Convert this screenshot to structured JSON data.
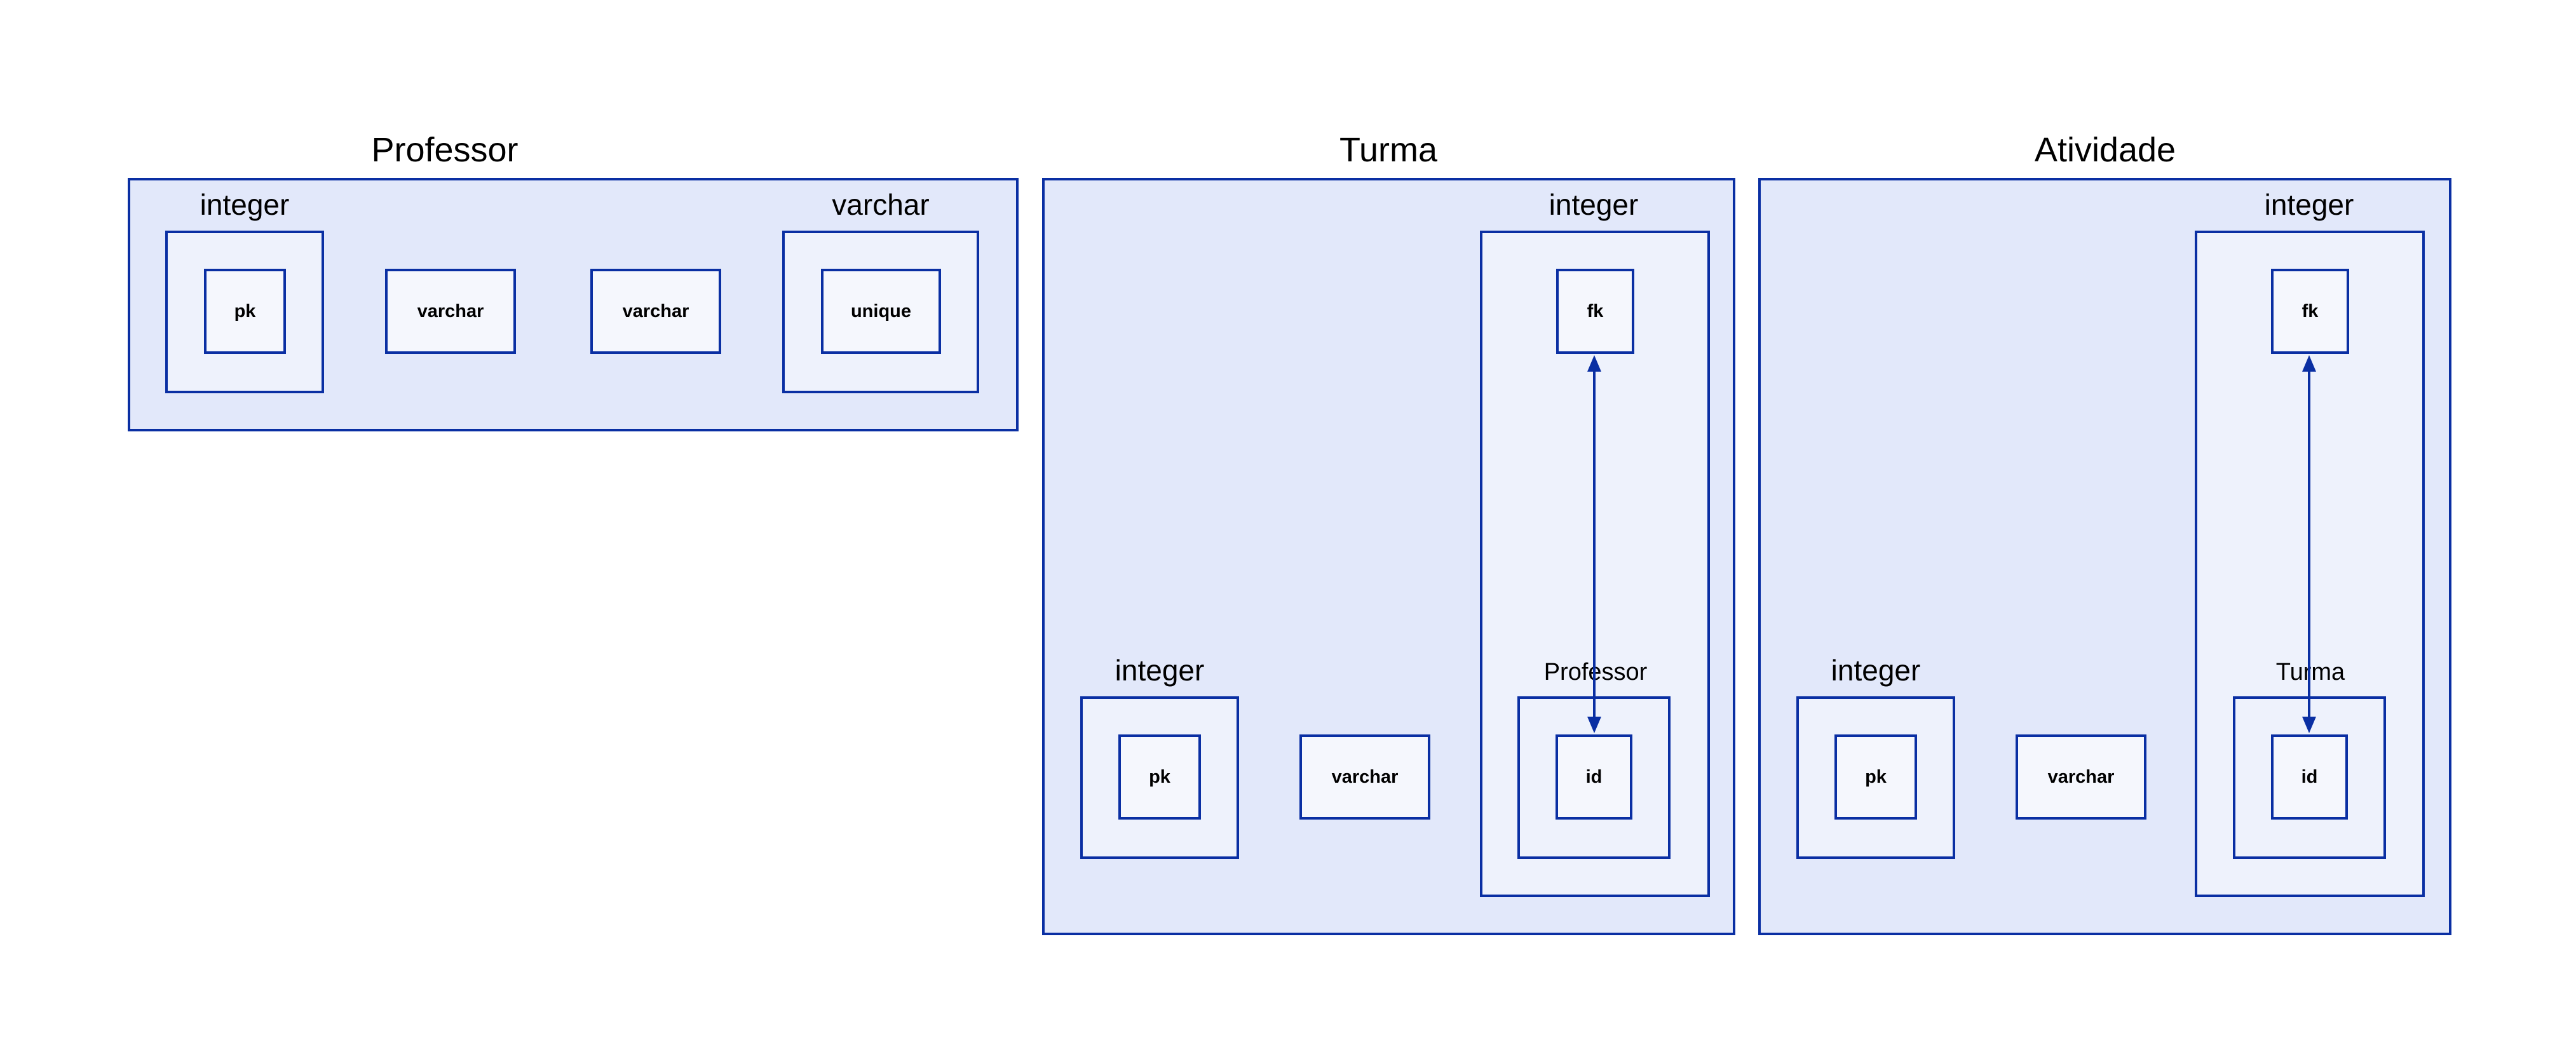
{
  "tables": {
    "professor": {
      "title": "Professor",
      "id_type": "integer",
      "id_constraint": "pk",
      "col2_type": "varchar",
      "col3_type": "varchar",
      "col4_type": "varchar",
      "col4_constraint": "unique"
    },
    "turma": {
      "title": "Turma",
      "id_type": "integer",
      "id_constraint": "pk",
      "col2_type": "varchar",
      "fk_type": "integer",
      "fk_constraint": "fk",
      "ref_table": "Professor",
      "ref_column": "id"
    },
    "atividade": {
      "title": "Atividade",
      "id_type": "integer",
      "id_constraint": "pk",
      "col2_type": "varchar",
      "fk_type": "integer",
      "fk_constraint": "fk",
      "ref_table": "Turma",
      "ref_column": "id"
    }
  },
  "colors": {
    "stroke": "#0a2fa3",
    "table_fill": "#e2e8fa",
    "group_fill": "#eef2fc",
    "leaf_fill": "#f5f7fd"
  }
}
